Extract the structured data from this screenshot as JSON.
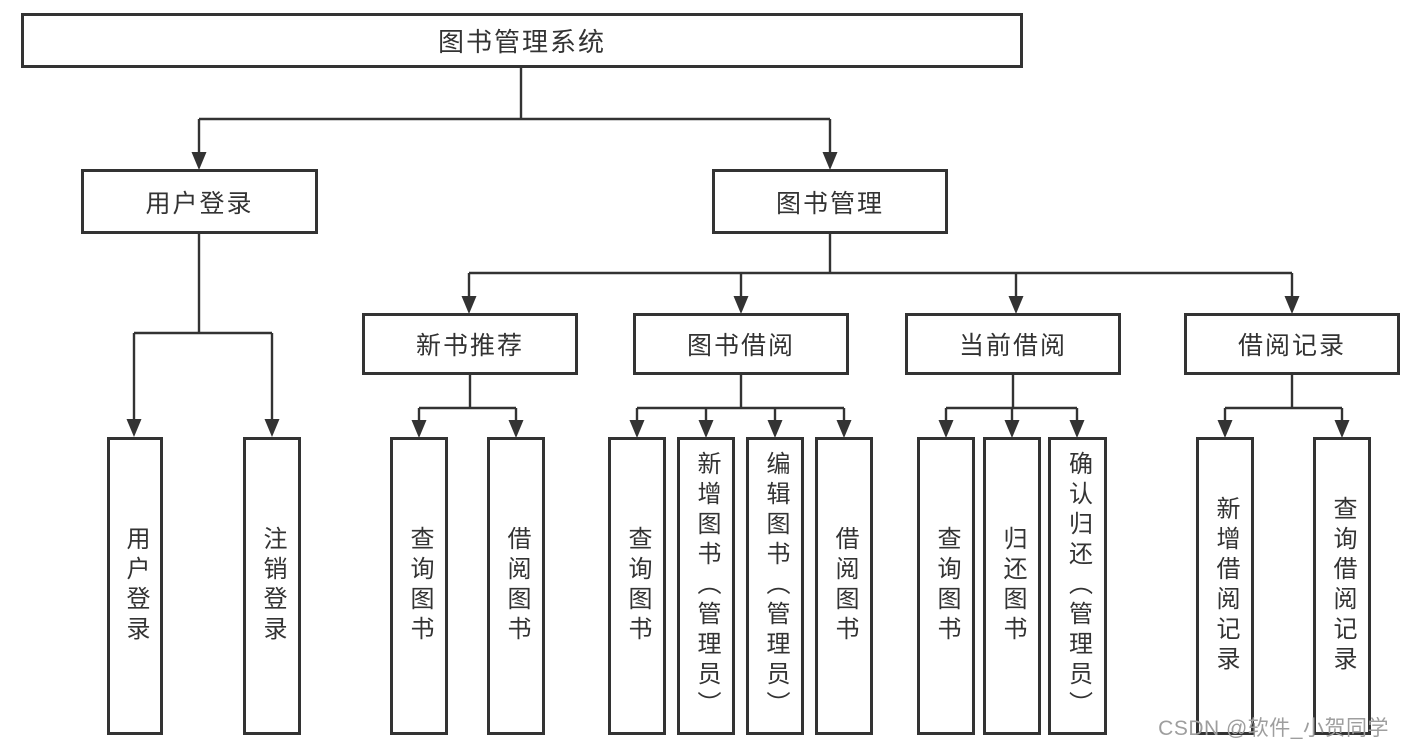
{
  "nodes": {
    "root": "图书管理系统",
    "user_login": "用户登录",
    "book_management": "图书管理",
    "new_book_recommend": "新书推荐",
    "book_borrow": "图书借阅",
    "current_borrow": "当前借阅",
    "borrow_records": "借阅记录",
    "leaf_user_login": "用户登录",
    "leaf_logout": "注销登录",
    "nb_query_books": "查询图书",
    "nb_borrow_books": "借阅图书",
    "bb_query_books": "查询图书",
    "bb_add_books": "新增图书（管理员）",
    "bb_edit_books": "编辑图书（管理员）",
    "bb_borrow_books": "借阅图书",
    "cb_query_books": "查询图书",
    "cb_return_books": "归还图书",
    "cb_confirm_return": "确认归还（管理员）",
    "br_add_record": "新增借阅记录",
    "br_query_record": "查询借阅记录"
  },
  "watermark": "CSDN @软件_小贺同学",
  "colors": {
    "line": "#333333",
    "text": "#333333",
    "watermark": "#9e9e9e",
    "background": "#ffffff"
  }
}
